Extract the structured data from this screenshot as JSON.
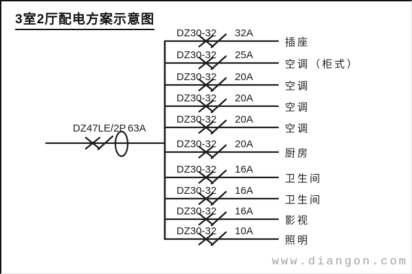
{
  "title": "3室2厅配电方案示意图",
  "main_breaker": {
    "model": "DZ47LE/2P",
    "rating": "63A"
  },
  "branches": [
    {
      "breaker": "DZ30-32",
      "rating": "32A",
      "label": "插座"
    },
    {
      "breaker": "DZ30-32",
      "rating": "25A",
      "label": "空调（柜式）"
    },
    {
      "breaker": "DZ30-32",
      "rating": "20A",
      "label": "空调"
    },
    {
      "breaker": "DZ30-32",
      "rating": "20A",
      "label": "空调"
    },
    {
      "breaker": "DZ30-32",
      "rating": "20A",
      "label": "空调"
    },
    {
      "breaker": "DZ30-32",
      "rating": "20A",
      "label": "厨房"
    },
    {
      "breaker": "DZ30-32",
      "rating": "16A",
      "label": "卫生间"
    },
    {
      "breaker": "DZ30-32",
      "rating": "16A",
      "label": "卫生间"
    },
    {
      "breaker": "DZ30-32",
      "rating": "16A",
      "label": "影视"
    },
    {
      "breaker": "DZ30-32",
      "rating": "10A",
      "label": "照明"
    }
  ],
  "watermark": "www.diangon.com",
  "colors": {
    "line": "#1c1c1c",
    "watermark": "#a3a3a3"
  }
}
